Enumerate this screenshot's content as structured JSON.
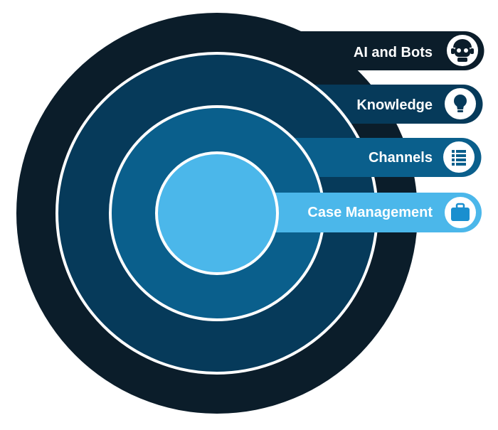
{
  "colors": {
    "ring_outer": "#0b1d2a",
    "ring_second": "#063a5a",
    "ring_third": "#0a5f8c",
    "core": "#4bb7ea",
    "divider": "#ffffff",
    "label_text": "#ffffff",
    "badge_bg": "#ffffff"
  },
  "layers": [
    {
      "label": "AI and Bots",
      "icon": "robot-icon",
      "color": "#0b1d2a"
    },
    {
      "label": "Knowledge",
      "icon": "lightbulb-icon",
      "color": "#063a5a"
    },
    {
      "label": "Channels",
      "icon": "channels-list-icon",
      "color": "#0a5f8c"
    },
    {
      "label": "Case Management",
      "icon": "briefcase-icon",
      "color": "#4bb7ea"
    }
  ]
}
